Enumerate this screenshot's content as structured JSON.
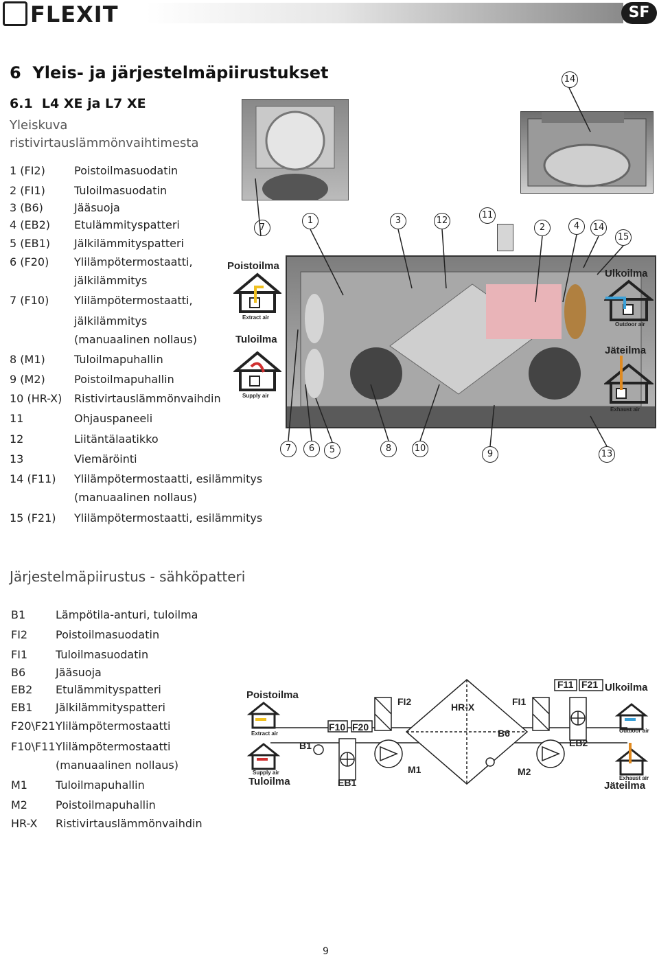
{
  "header": {
    "logo": "FLEXIT",
    "badge": "SF"
  },
  "section": {
    "number": "6",
    "title": "Yleis- ja järjestelmäpiirustukset"
  },
  "subsection": {
    "number": "6.1",
    "title": "L4 XE ja L7 XE"
  },
  "overview_label_1": "Yleiskuva",
  "overview_label_2": "ristivirtauslämmönvaihtimesta",
  "legend": [
    {
      "num": "1  (FI2)",
      "text": "Poistoilmasuodatin"
    },
    {
      "num": "2  (FI1)",
      "text": "Tuloilmasuodatin"
    },
    {
      "num": "3  (B6)",
      "text": "Jääsuoja"
    },
    {
      "num": "4  (EB2)",
      "text": "Etulämmityspatteri"
    },
    {
      "num": "5  (EB1)",
      "text": "Jälkilämmityspatteri"
    },
    {
      "num": "6  (F20)",
      "text": "Ylilämpötermostaatti,"
    },
    {
      "num": "",
      "text": "jälkilämmitys"
    },
    {
      "num": "7  (F10)",
      "text": "Ylilämpötermostaatti,"
    },
    {
      "num": "",
      "text": "jälkilämmitys"
    },
    {
      "num": "",
      "text": "(manuaalinen nollaus)"
    },
    {
      "num": "8  (M1)",
      "text": "Tuloilmapuhallin"
    },
    {
      "num": "9  (M2)",
      "text": "Poistoilmapuhallin"
    },
    {
      "num": "10  (HR-X)",
      "text": "Ristivirtauslämmönvaihdin"
    },
    {
      "num": "11",
      "text": "Ohjauspaneeli"
    },
    {
      "num": "12",
      "text": "Liitäntälaatikko"
    },
    {
      "num": "13",
      "text": "Viemäröinti"
    },
    {
      "num": "14 (F11)",
      "text": "Ylilämpötermostaatti, esilämmitys"
    },
    {
      "num": "",
      "text": "(manuaalinen nollaus)"
    },
    {
      "num": "15 (F21)",
      "text": "Ylilämpötermostaatti, esilämmitys"
    }
  ],
  "photo_labels": {
    "poistoilma": "Poistoilma",
    "tuloilma": "Tuloilma",
    "ulkoilma": "Ulkoilma",
    "jateilma": "Jäteilma",
    "extract_air": "Extract air",
    "supply_air": "Supply air",
    "outdoor_air": "Outdoor air",
    "exhaust_air": "Exhaust air"
  },
  "photo_callouts_top": [
    "7",
    "1",
    "3",
    "12",
    "11",
    "2",
    "4",
    "14",
    "15"
  ],
  "photo_callouts_bottom": [
    "7",
    "6",
    "5",
    "8",
    "10",
    "9",
    "13"
  ],
  "photo_callout_single": "14",
  "system_title": "Järjestelmäpiirustus - sähköpatteri",
  "system_legend": [
    {
      "code": "B1",
      "text": "Lämpötila-anturi, tuloilma"
    },
    {
      "code": "FI2",
      "text": "Poistoilmasuodatin"
    },
    {
      "code": "FI1",
      "text": "Tuloilmasuodatin"
    },
    {
      "code": "B6",
      "text": "Jääsuoja"
    },
    {
      "code": "EB2",
      "text": "Etulämmityspatteri"
    },
    {
      "code": "EB1",
      "text": "Jälkilämmityspatteri"
    },
    {
      "code": "F20\\F21",
      "text": "Ylilämpötermostaatti"
    },
    {
      "code": "F10\\F11",
      "text": "Ylilämpötermostaatti"
    },
    {
      "code": "",
      "text": "(manuaalinen nollaus)"
    },
    {
      "code": "M1",
      "text": "Tuloilmapuhallin"
    },
    {
      "code": "M2",
      "text": "Poistoilmapuhallin"
    },
    {
      "code": "HR-X",
      "text": "Ristivirtauslämmönvaihdin"
    }
  ],
  "diagram": {
    "poistoilma": "Poistoilma",
    "tuloilma": "Tuloilma",
    "ulkoilma": "Ulkoilma",
    "jateilma": "Jäteilma",
    "extract_air": "Extract air",
    "supply_air": "Supply air",
    "outdoor_air": "Outdoor air",
    "exhaust_air": "Exhaust air",
    "fi2": "FI2",
    "hrx": "HR-X",
    "fi1": "FI1",
    "b6": "B6",
    "f11": "F11",
    "f21": "F21",
    "eb2": "EB2",
    "f10": "F10",
    "f20": "F20",
    "b1": "B1",
    "eb1": "EB1",
    "m1": "M1",
    "m2": "M2"
  },
  "page_number": "9"
}
